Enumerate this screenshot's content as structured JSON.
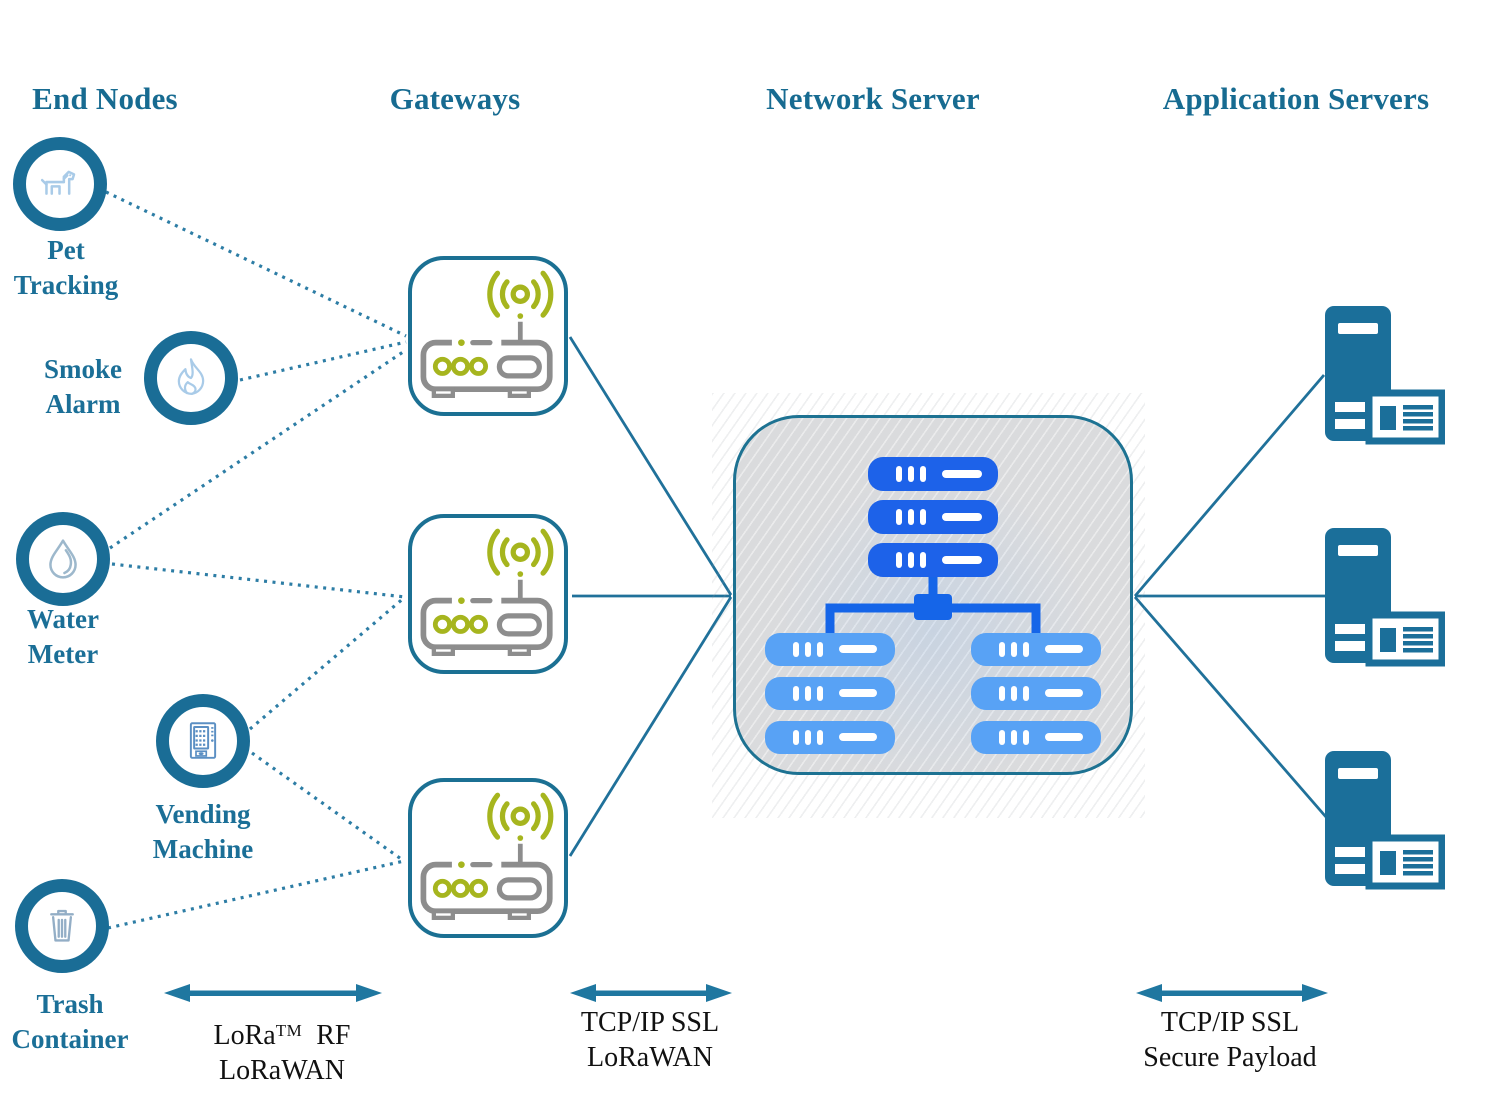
{
  "headers": [
    "End Nodes",
    "Gateways",
    "Network Server",
    "Application Servers"
  ],
  "end_nodes": [
    {
      "id": "pet-tracking",
      "label": "Pet\nTracking",
      "icon": "dog-icon"
    },
    {
      "id": "smoke-alarm",
      "label": "Smoke\nAlarm",
      "icon": "flame-icon"
    },
    {
      "id": "water-meter",
      "label": "Water\nMeter",
      "icon": "water-drop-icon"
    },
    {
      "id": "vending-machine",
      "label": "Vending\nMachine",
      "icon": "vending-machine-icon"
    },
    {
      "id": "trash-container",
      "label": "Trash\nContainer",
      "icon": "trash-icon"
    }
  ],
  "gateways": {
    "count": 3,
    "icon": "router-wifi-icon"
  },
  "network_server": {
    "icon": "server-cluster-icon",
    "top_stack_units": 3,
    "left_stack_units": 3,
    "right_stack_units": 3
  },
  "application_servers": {
    "count": 3,
    "icon": "server-tower-icon"
  },
  "protocol_labels": [
    {
      "segment": "end-nodes-to-gateways",
      "lora_pre": "LoRa",
      "lora_sup": "TM",
      "lora_post": " RF",
      "line2": "LoRaWAN"
    },
    {
      "segment": "gateways-to-network-server",
      "line1": "TCP/IP SSL",
      "line2": "LoRaWAN"
    },
    {
      "segment": "network-server-to-app-servers",
      "line1": "TCP/IP SSL",
      "line2": "Secure Payload"
    }
  ],
  "colors": {
    "teal_text": "#176b91",
    "teal_shape": "#1b6f97",
    "solid_line": "#20719a",
    "dotted_line": "#2d7da5",
    "olive": "#a6b51e",
    "router_gray": "#8d8d8d",
    "server_dark_blue": "#1d62e9",
    "server_light_blue": "#58a2f5",
    "server_connector_blue": "#1565e8",
    "network_server_fill": "#dadbdd",
    "end_node_icon_blue": "#a9cbe8"
  }
}
